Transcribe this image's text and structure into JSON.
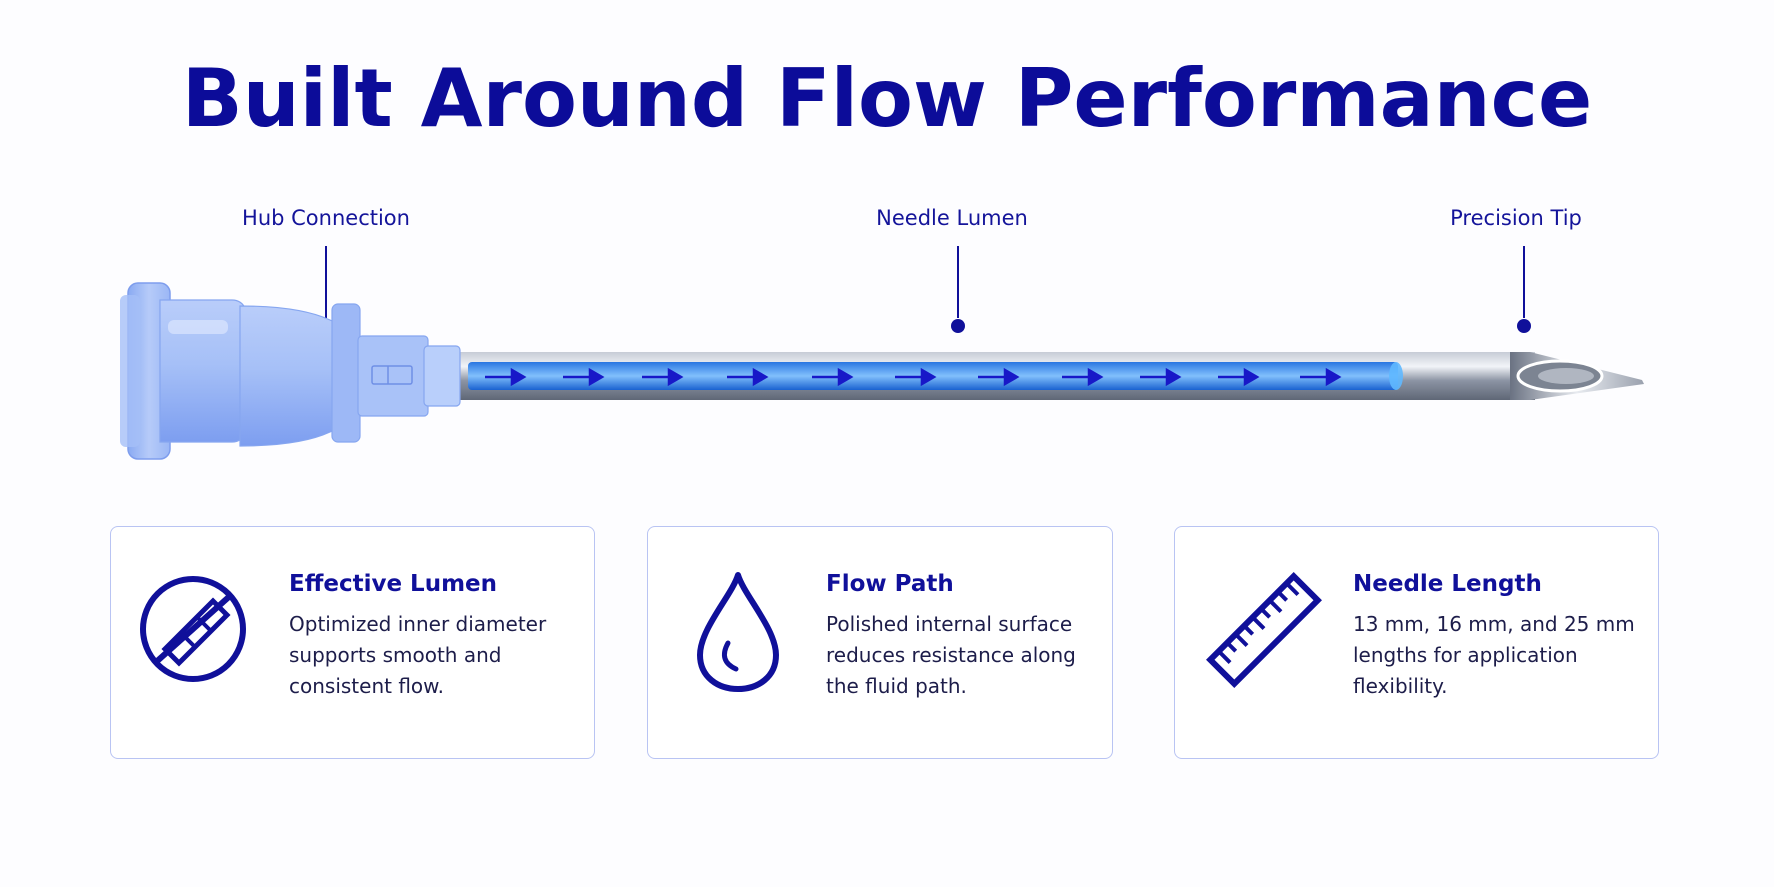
{
  "title": "Built Around Flow Performance",
  "callouts": {
    "hub": "Hub Connection",
    "lumen": "Needle Lumen",
    "tip": "Precision Tip"
  },
  "cards": [
    {
      "heading": "Effective Lumen",
      "body": "Optimized inner diameter\nsupports smooth and\nconsistent flow.",
      "icon": "no-obstruction-icon"
    },
    {
      "heading": "Flow Path",
      "body": "Polished internal surface\nreduces resistance along\nthe fluid path.",
      "icon": "droplet-icon"
    },
    {
      "heading": "Needle Length",
      "body": "13 mm, 16 mm, and 25 mm\nlengths for application\nflexibility.",
      "icon": "ruler-icon"
    }
  ],
  "colors": {
    "accent": "#0c0c99",
    "hub_blue": "#8fb0f3",
    "flow_blue": "#3a8ff0",
    "card_border": "#b9c4f3"
  }
}
